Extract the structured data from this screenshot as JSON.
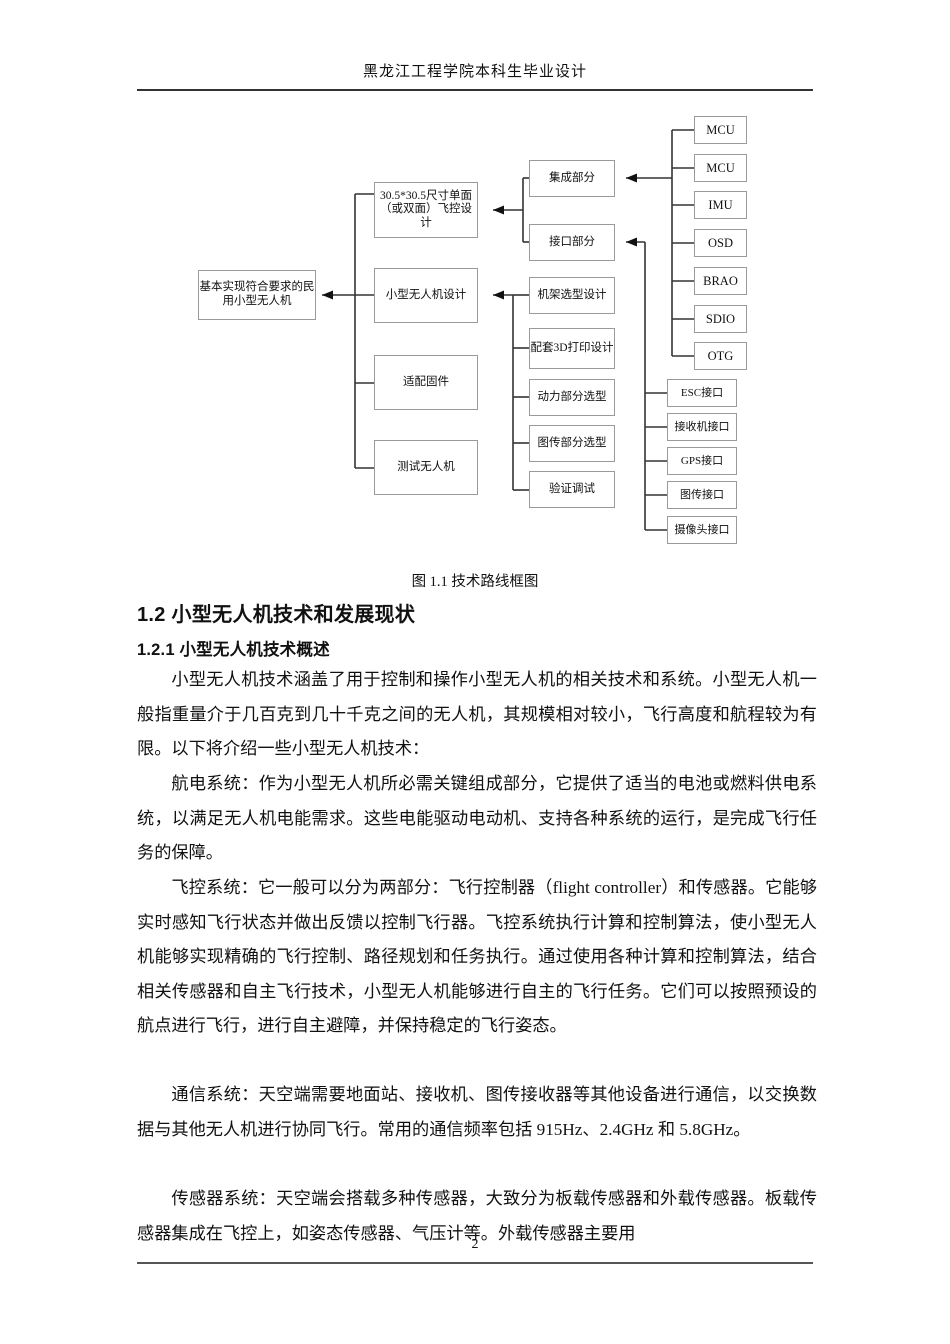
{
  "header": {
    "title": "黑龙江工程学院本科生毕业设计"
  },
  "footer": {
    "page_number": "2"
  },
  "figure": {
    "caption": "图 1.1 技术路线框图",
    "nodes": {
      "result": "基本实现符合要求的民用小型无人机",
      "fc_design": "30.5*30.5尺寸单面（或双面）飞控设计",
      "uav_design": "小型无人机设计",
      "firmware": "适配固件",
      "test_uav": "测试无人机",
      "integration": "集成部分",
      "interface": "接口部分",
      "frame_select": "机架选型设计",
      "print_3d": "配套3D打印设计",
      "power_select": "动力部分选型",
      "video_select": "图传部分选型",
      "verify_debug": "验证调试",
      "chips": [
        "MCU",
        "MCU",
        "IMU",
        "OSD",
        "BRAO",
        "SDIO",
        "OTG"
      ],
      "ports": [
        "ESC接口",
        "接收机接口",
        "GPS接口",
        "图传接口",
        "摄像头接口"
      ]
    }
  },
  "headings": {
    "h2": "1.2 小型无人机技术和发展现状",
    "h3": "1.2.1 小型无人机技术概述"
  },
  "body": {
    "p1": "小型无人机技术涵盖了用于控制和操作小型无人机的相关技术和系统。小型无人机一般指重量介于几百克到几十千克之间的无人机，其规模相对较小，飞行高度和航程较为有限。以下将介绍一些小型无人机技术：",
    "p2": "航电系统：作为小型无人机所必需关键组成部分，它提供了适当的电池或燃料供电系统，以满足无人机电能需求。这些电能驱动电动机、支持各种系统的运行，是完成飞行任务的保障。",
    "p3": "飞控系统：它一般可以分为两部分：飞行控制器（flight controller）和传感器。它能够实时感知飞行状态并做出反馈以控制飞行器。飞控系统执行计算和控制算法，使小型无人机能够实现精确的飞行控制、路径规划和任务执行。通过使用各种计算和控制算法，结合相关传感器和自主飞行技术，小型无人机能够进行自主的飞行任务。它们可以按照预设的航点进行飞行，进行自主避障，并保持稳定的飞行姿态。",
    "p4": "通信系统：天空端需要地面站、接收机、图传接收器等其他设备进行通信，以交换数据与其他无人机进行协同飞行。常用的通信频率包括 915Hz、2.4GHz 和 5.8GHz。",
    "p5": "传感器系统：天空端会搭载多种传感器，大致分为板载传感器和外载传感器。板载传感器集成在飞控上，如姿态传感器、气压计等。外载传感器主要用"
  }
}
